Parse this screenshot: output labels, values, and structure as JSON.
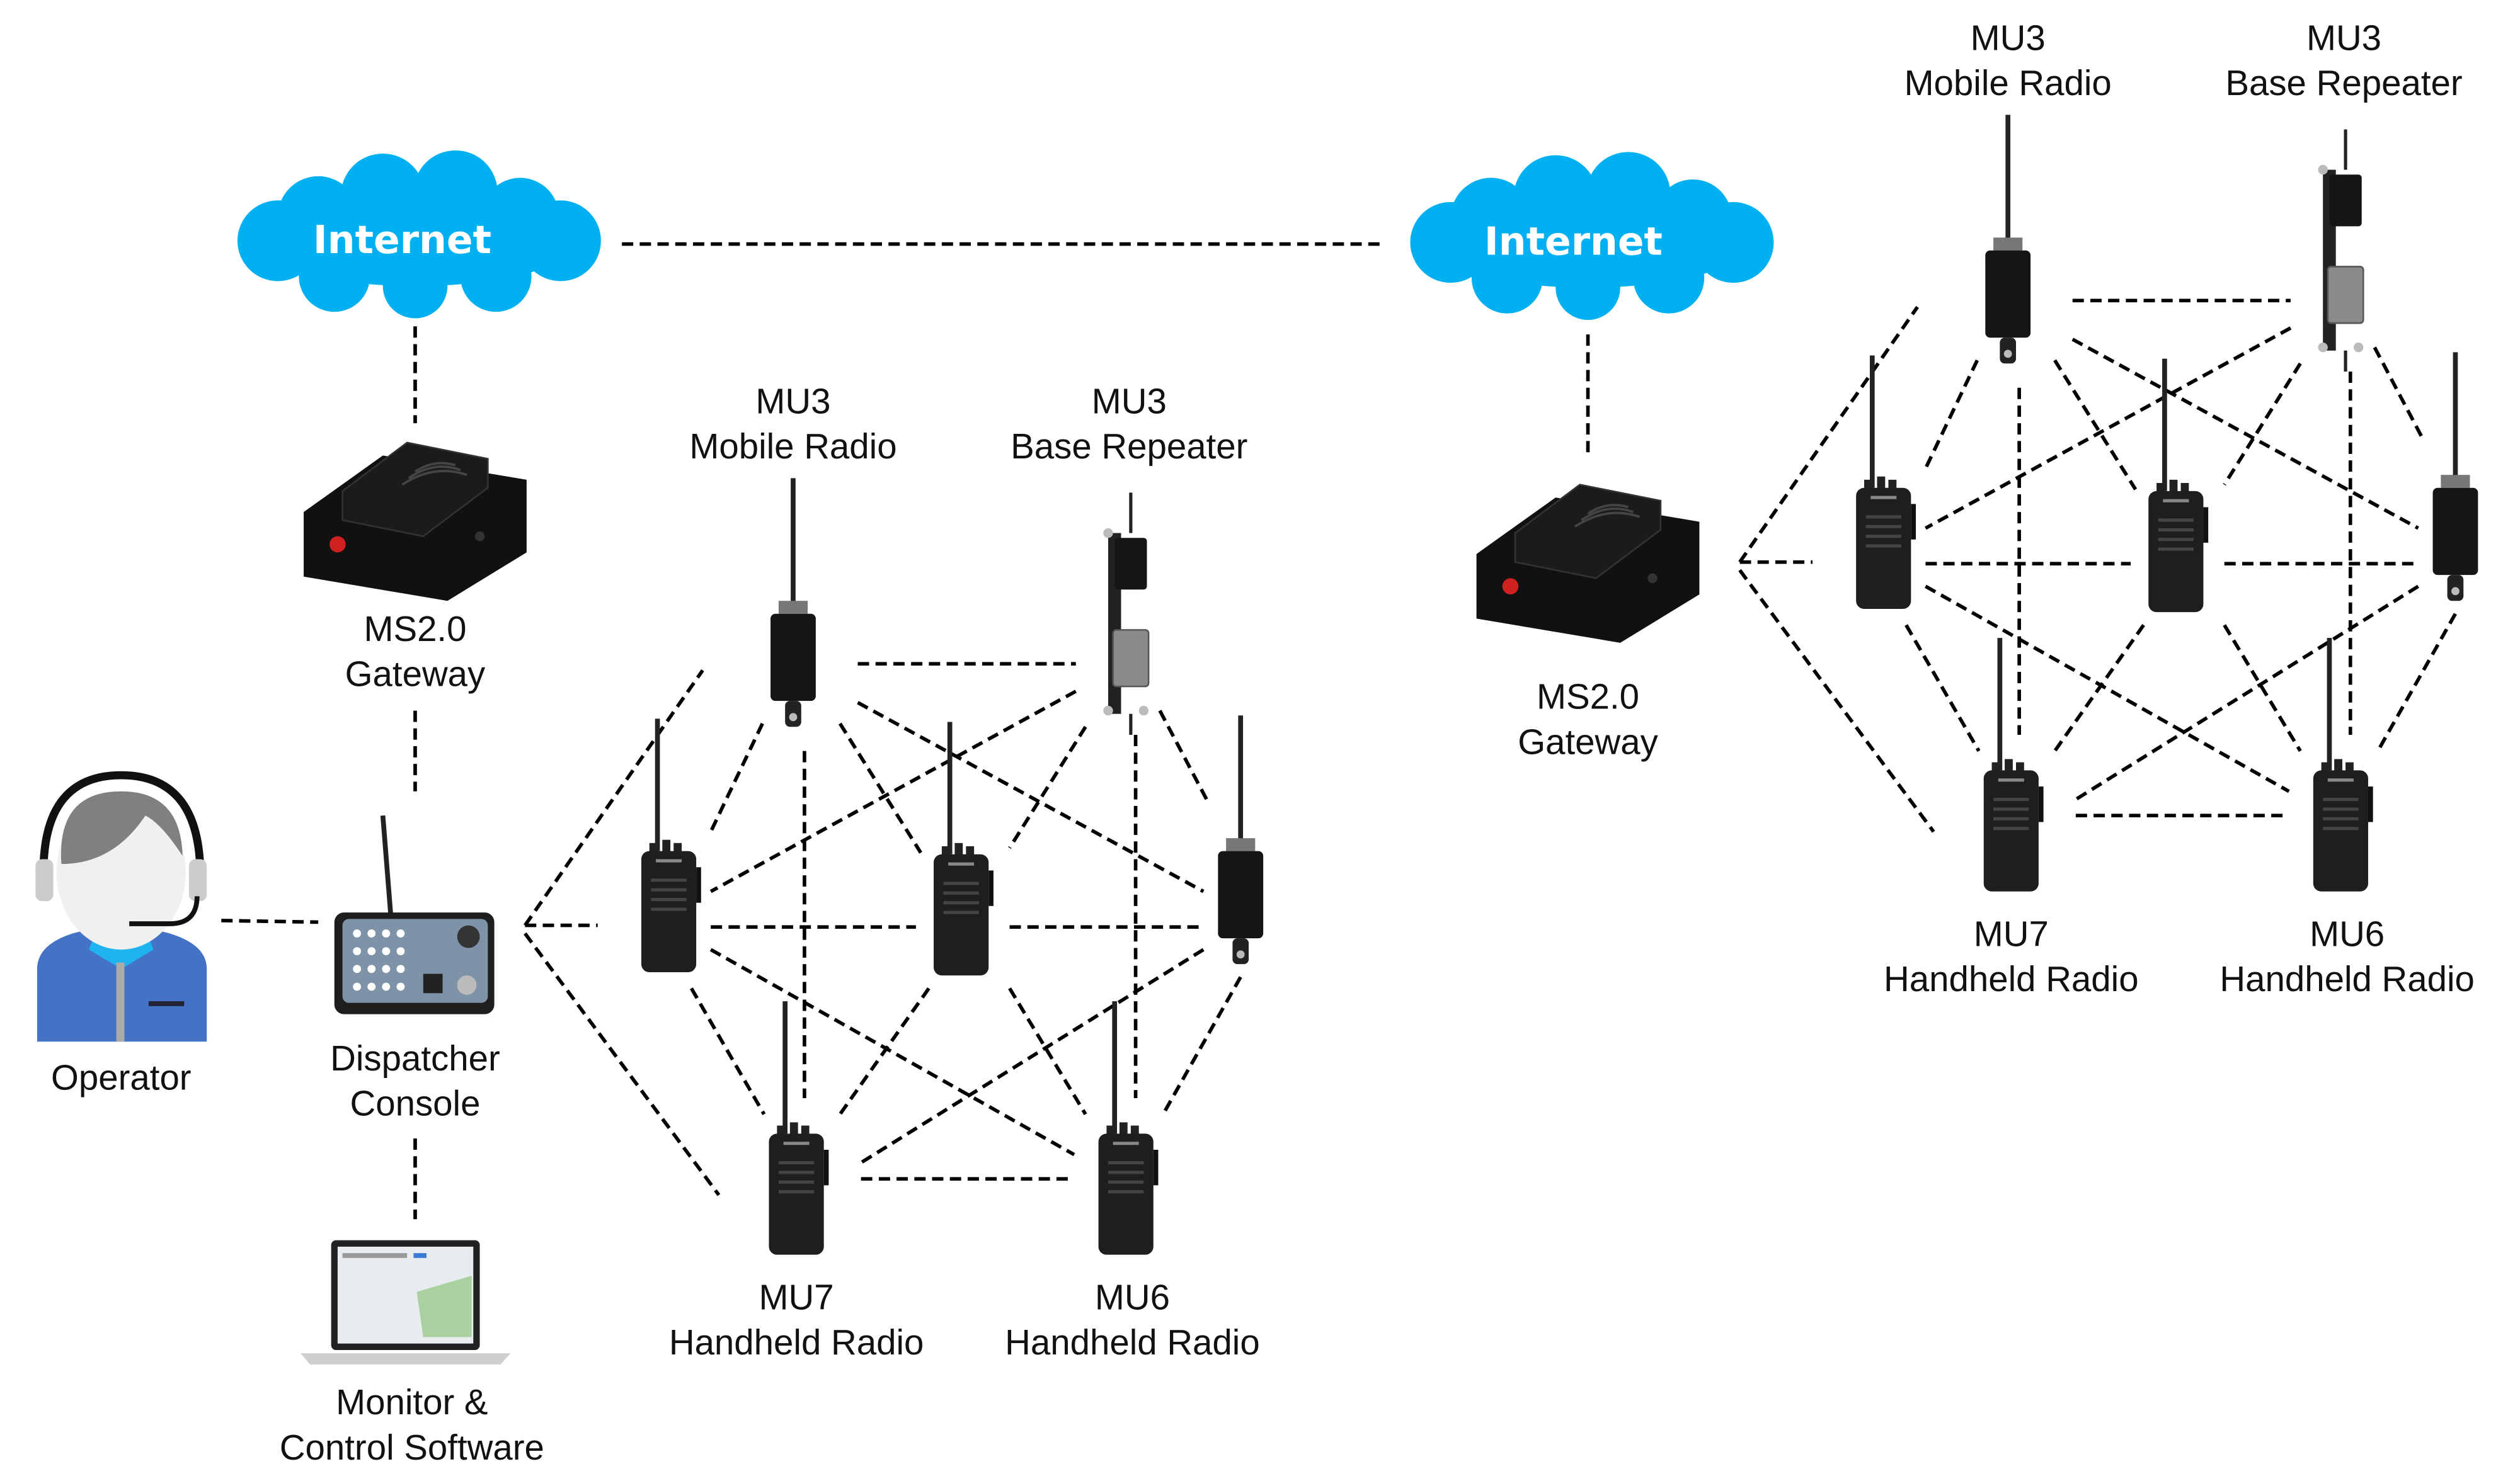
{
  "colors": {
    "cloud": "#00b0f0",
    "operator_shirt": "#4472c4",
    "device": "#1a1a1a"
  },
  "internet_left": {
    "label": "Internet"
  },
  "internet_right": {
    "label": "Internet"
  },
  "gateway_left": {
    "line1": "MS2.0",
    "line2": "Gateway"
  },
  "gateway_right": {
    "line1": "MS2.0",
    "line2": "Gateway"
  },
  "operator": {
    "label": "Operator"
  },
  "console": {
    "line1": "Dispatcher",
    "line2": "Console"
  },
  "software": {
    "line1": "Monitor &",
    "line2": "Control Software"
  },
  "mesh_left": {
    "mobile": {
      "line1": "MU3",
      "line2": "Mobile Radio"
    },
    "repeater": {
      "line1": "MU3",
      "line2": "Base Repeater"
    },
    "mu7": {
      "line1": "MU7",
      "line2": "Handheld Radio"
    },
    "mu6": {
      "line1": "MU6",
      "line2": "Handheld Radio"
    }
  },
  "mesh_right": {
    "mobile": {
      "line1": "MU3",
      "line2": "Mobile Radio"
    },
    "repeater": {
      "line1": "MU3",
      "line2": "Base Repeater"
    },
    "mu7": {
      "line1": "MU7",
      "line2": "Handheld Radio"
    },
    "mu6": {
      "line1": "MU6",
      "line2": "Handheld Radio"
    }
  }
}
